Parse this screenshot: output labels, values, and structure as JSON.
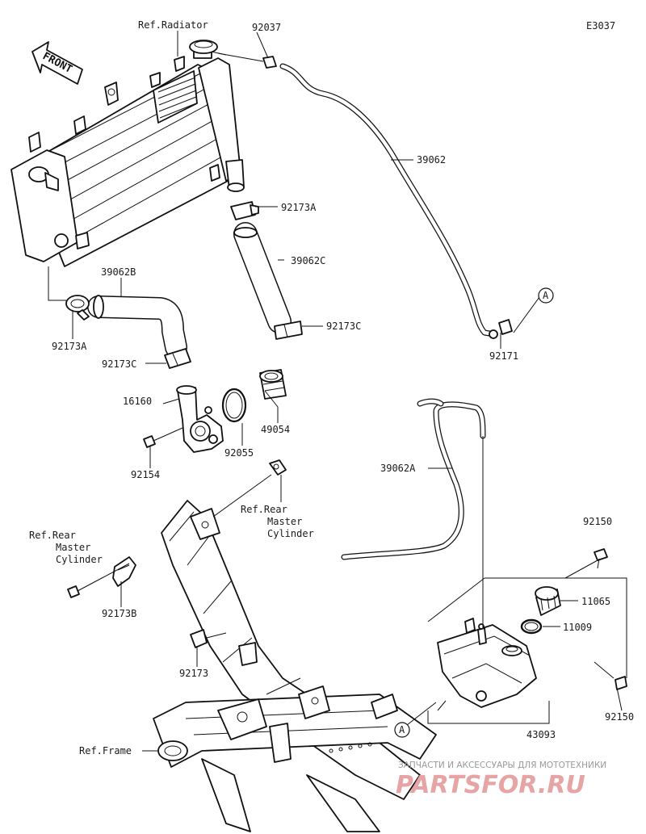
{
  "diagram_code": "E3037",
  "front_label": "FRONT",
  "callouts": {
    "ref_radiator": "Ref.Radiator",
    "p92037": "92037",
    "p39062": "39062",
    "p92173A_top": "92173A",
    "p39062C": "39062C",
    "p92173C_right": "92173C",
    "p39062B": "39062B",
    "p92173A_left": "92173A",
    "p92173C_left": "92173C",
    "p92171": "92171",
    "p16160": "16160",
    "p49054": "49054",
    "p92055": "92055",
    "p92154": "92154",
    "p39062A": "39062A",
    "ref_rear_master_right": [
      "Ref.Rear",
      "Master",
      "Cylinder"
    ],
    "ref_rear_master_left": [
      "Ref.Rear",
      "Master",
      "Cylinder"
    ],
    "p92173B": "92173B",
    "p92150_top": "92150",
    "p11065": "11065",
    "p11009": "11009",
    "p92173": "92173",
    "p92150_bottom": "92150",
    "p43093": "43093",
    "ref_frame": "Ref.Frame"
  },
  "markers": {
    "a_top": "A",
    "a_bottom": "A"
  },
  "watermark": {
    "tagline": "ЗАПЧАСТИ И АКСЕССУАРЫ ДЛЯ МОТОТЕХНИКИ",
    "brand": "PARTSFOR.RU"
  }
}
